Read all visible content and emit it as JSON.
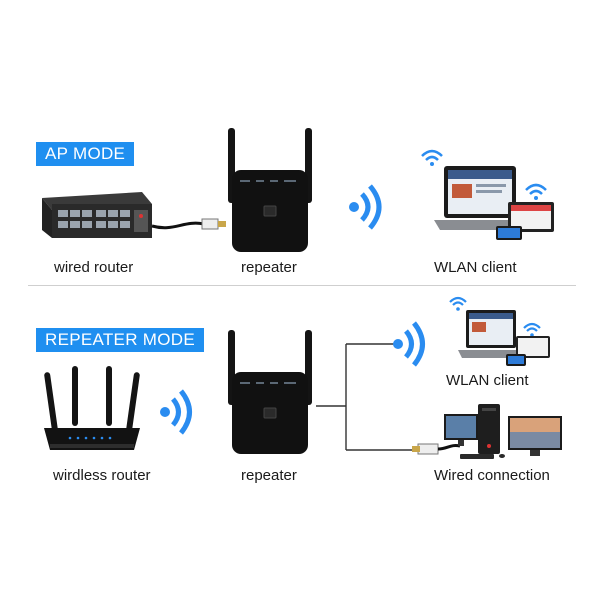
{
  "ap_mode": {
    "badge": "AP MODE",
    "captions": {
      "router": "wired router",
      "repeater": "repeater",
      "client": "WLAN client"
    }
  },
  "repeater_mode": {
    "badge": "REPEATER MODE",
    "captions": {
      "router": "wirdless router",
      "repeater": "repeater",
      "client": "WLAN client",
      "wired": "Wired connection"
    }
  },
  "colors": {
    "accent": "#1f8ff0",
    "wifi": "#2a8cf0",
    "device": "#111111"
  }
}
